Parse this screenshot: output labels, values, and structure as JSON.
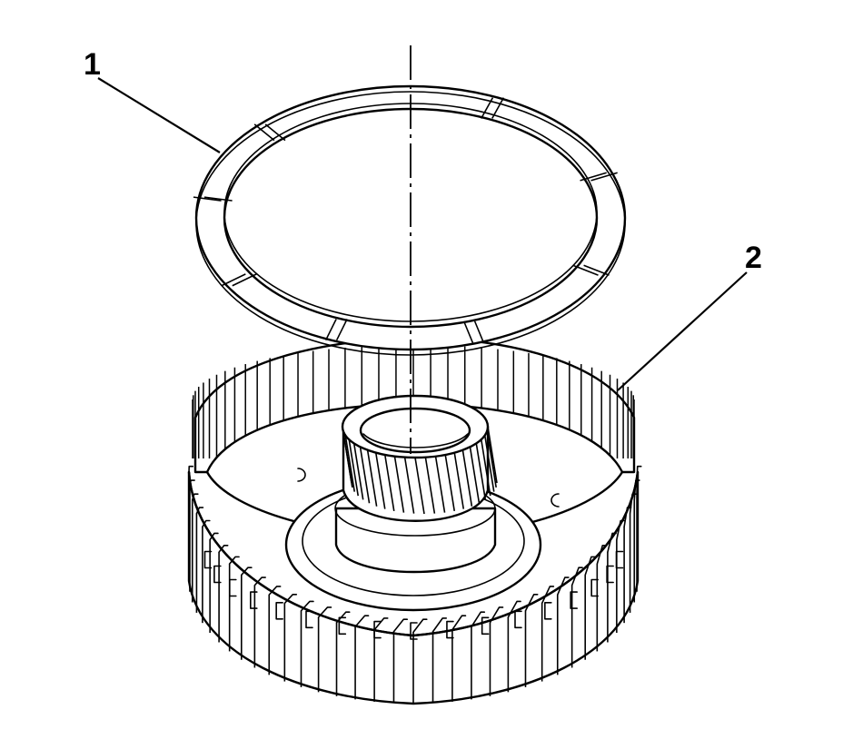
{
  "diagram": {
    "callouts": [
      {
        "id": "1",
        "label": "1",
        "part": "thrust-washer"
      },
      {
        "id": "2",
        "label": "2",
        "part": "clutch-housing-with-gear"
      }
    ],
    "colors": {
      "line": "#000000",
      "background": "#ffffff"
    }
  }
}
